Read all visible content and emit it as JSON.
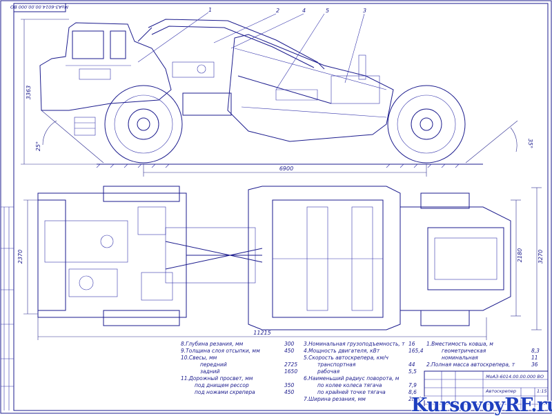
{
  "drawing_code_top": "МоАЗ-6014.00.00.000 ВО",
  "title_block": {
    "code": "МоАЗ-6014.00.00.000 ВО",
    "name": "Автоскрепер",
    "scale": "1:15"
  },
  "part_numbers": [
    "1",
    "2",
    "4",
    "5",
    "3"
  ],
  "dimensions": {
    "height": "3363",
    "wheelbase": "6900",
    "angle_front": "25°",
    "angle_rear": "35°",
    "width_left": "2370",
    "width_right_inner": "2180",
    "width_right_outer": "3270",
    "length_overall": "11215"
  },
  "specs_col1": [
    {
      "label": "8.Глубина резания, мм",
      "value": "300"
    },
    {
      "label": "9.Толщина слоя отсыпки, мм",
      "value": "450"
    },
    {
      "label": "10.Свесы, мм",
      "value": ""
    },
    {
      "label": "передний",
      "value": "2725"
    },
    {
      "label": "задний",
      "value": "1650"
    },
    {
      "label": "11.Дорожный просвет, мм",
      "value": ""
    },
    {
      "label": "под днищем рессор",
      "value": "350"
    },
    {
      "label": "под ножами скрепера",
      "value": "450"
    }
  ],
  "specs_col2": [
    {
      "label": "3.Номинальная грузоподъемность, т",
      "value": "16"
    },
    {
      "label": "4.Мощность двигателя, кВт",
      "value": "165,4"
    },
    {
      "label": "5.Скорость автоскрепера, км/ч",
      "value": ""
    },
    {
      "label": "транспортная",
      "value": "44"
    },
    {
      "label": "рабочая",
      "value": "5,5"
    },
    {
      "label": "6.Наименьший радиус поворота, м",
      "value": ""
    },
    {
      "label": "по колее колеса тягача",
      "value": "7,9"
    },
    {
      "label": "по крайней точке тягача",
      "value": "8,6"
    },
    {
      "label": "7.Ширина резания, мм",
      "value": "2820"
    }
  ],
  "specs_col3": [
    {
      "label": "1.Вместимость ковша, м",
      "value": ""
    },
    {
      "label": "геометрическая",
      "value": "8,3"
    },
    {
      "label": "номинальная",
      "value": "11"
    },
    {
      "label": "2.Полная масса автоскрепера, т",
      "value": "36"
    }
  ],
  "watermark": "KursovoyRF.ru"
}
